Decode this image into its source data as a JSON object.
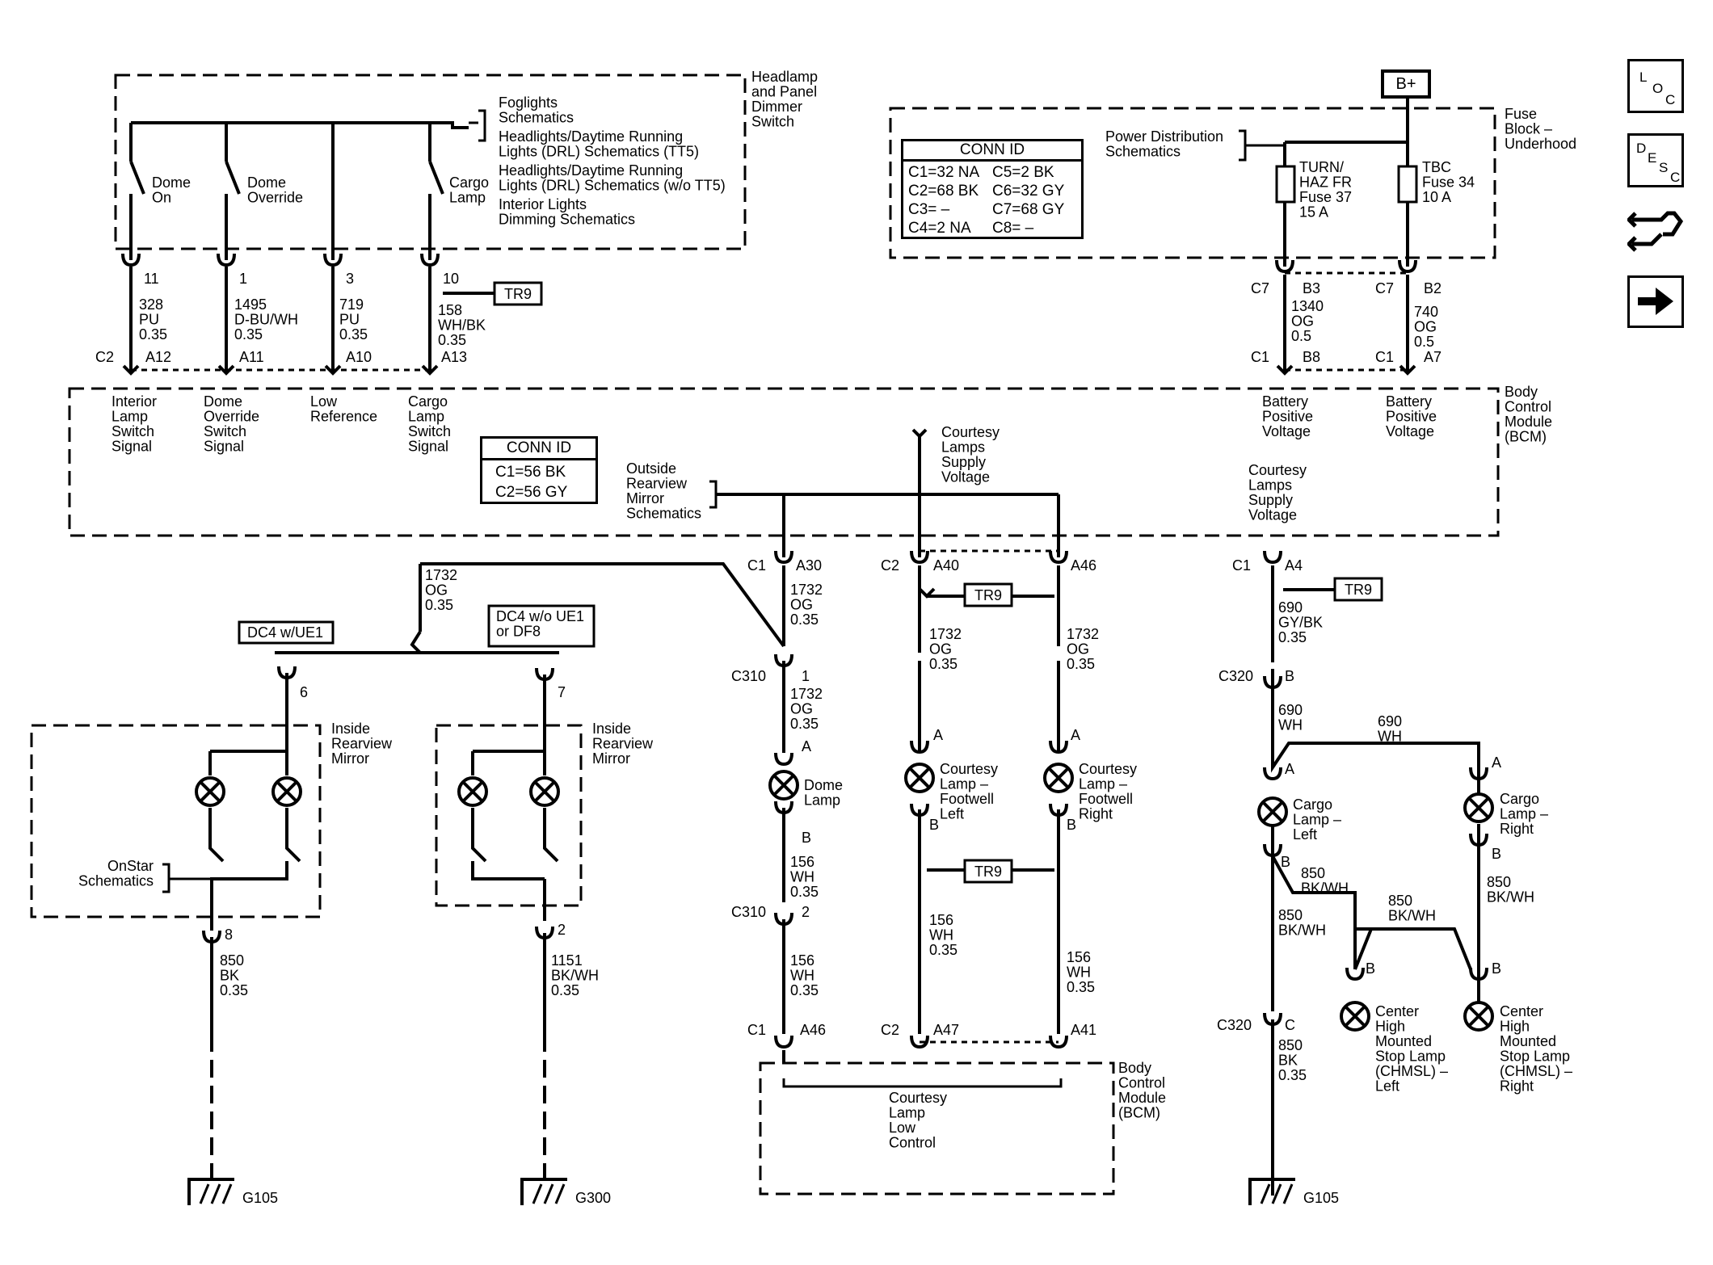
{
  "modules": {
    "headlamp_switch": "Headlamp|and Panel|Dimmer|Switch",
    "fuse_block": "Fuse|Block –|Underhood",
    "bcm_top": "Body|Control|Module|(BCM)",
    "bcm_bottom": "Body|Control|Module|(BCM)"
  },
  "switch_refs": [
    "Foglights|Schematics",
    "Headlights/Daytime Running|Lights (DRL) Schematics (TT5)",
    "Headlights/Daytime Running|Lights (DRL) Schematics (w/o TT5)",
    "Interior Lights|Dimming Schematics"
  ],
  "switches": [
    "Dome|On",
    "Dome|Override",
    "Cargo|Lamp"
  ],
  "bcm_inputs": [
    "Interior|Lamp|Switch|Signal",
    "Dome|Override|Switch|Signal",
    "Low|Reference",
    "Cargo|Lamp|Switch|Signal"
  ],
  "bcm_battery": [
    "Battery|Positive|Voltage",
    "Battery|Positive|Voltage"
  ],
  "top_pins": [
    "11",
    "1",
    "3",
    "10"
  ],
  "top_wires": [
    "328|PU|0.35",
    "1495|D-BU/WH|0.35",
    "719|PU|0.35",
    "158|WH/BK|0.35"
  ],
  "top_connectors": {
    "c2": "C2",
    "pins": [
      "A12",
      "A11",
      "A10",
      "A13"
    ]
  },
  "conn_id_top": {
    "title": "CONN ID",
    "rows": [
      [
        "C1=32 NA",
        "C5=2 BK"
      ],
      [
        "C2=68 BK",
        "C6=32 GY"
      ],
      [
        "C3= –",
        "C7=68 GY"
      ],
      [
        "C4=2 NA",
        "C8= –"
      ]
    ]
  },
  "conn_id_bcm": {
    "title": "CONN ID",
    "rows": [
      "C1=56 BK",
      "C2=56 GY"
    ]
  },
  "power": {
    "battery": "B+",
    "pds": "Power Distribution|Schematics",
    "fuse1": "TURN/|HAZ FR|Fuse 37|15 A",
    "fuse2": "TBC|Fuse 34|10 A",
    "c7a": "C7",
    "b3": "B3",
    "c7b": "C7",
    "b2": "B2",
    "wire1": "1340|OG|0.5",
    "wire2": "740|OG|0.5",
    "c1a": "C1",
    "b8": "B8",
    "c1b": "C1",
    "a7": "A7"
  },
  "courtesy": {
    "supply_top": "Courtesy|Lamps|Supply|Voltage",
    "supply_right": "Courtesy|Lamps|Supply|Voltage",
    "mirror_ref": "Outside|Rearview|Mirror|Schematics",
    "low_control": "Courtesy|Lamp|Low|Control"
  },
  "tr9": "TR9",
  "mid_connectors": {
    "c1": "C1",
    "a30": "A30",
    "c2": "C2",
    "a40": "A40",
    "a46": "A46",
    "c1r": "C1",
    "a4": "A4"
  },
  "mid_wires": {
    "w1732a": "1732|OG|0.35",
    "w1732b": "1732|OG|0.35",
    "w1732c": "1732|OG|0.35",
    "w1732d": "1732|OG|0.35",
    "w1732e": "1732|OG|0.35",
    "w690": "690|GY/BK|0.35"
  },
  "c310": {
    "label": "C310",
    "pin1": "1",
    "label2": "C310",
    "pin2": "2"
  },
  "lamps": {
    "dome": "Dome|Lamp",
    "fw_left": "Courtesy|Lamp –|Footwell|Left",
    "fw_right": "Courtesy|Lamp –|Footwell|Right",
    "cargo_left": "Cargo|Lamp –|Left",
    "cargo_right": "Cargo|Lamp –|Right",
    "chmsl_left": "Center|High|Mounted|Stop Lamp|(CHMSL) –|Left",
    "chmsl_right": "Center|High|Mounted|Stop Lamp|(CHMSL) –|Right"
  },
  "pin_a": "A",
  "pin_b": "B",
  "lower_wires": {
    "w156a": "156|WH|0.35",
    "w156b": "156|WH|0.35",
    "w156c": "156|WH|0.35",
    "w156d": "156|WH|0.35"
  },
  "lower_connectors": {
    "c1": "C1",
    "a46": "A46",
    "c2": "C2",
    "a47": "A47",
    "a41": "A41"
  },
  "mirror": {
    "dc4_ue1": "DC4 w/UE1",
    "dc4_wo": "DC4 w/o UE1|or DF8",
    "wire_top": "1732|OG|0.35",
    "pin6": "6",
    "pin7": "7",
    "pin8": "8",
    "pin2": "2",
    "title1": "Inside|Rearview|Mirror",
    "title2": "Inside|Rearview|Mirror",
    "onstar": "OnStar|Schematics",
    "wire_gnd1": "850|BK|0.35",
    "wire_gnd2": "1151|BK/WH|0.35"
  },
  "cargo": {
    "c320a": "C320",
    "pinB": "B",
    "w690wh": "690|WH",
    "w690wh2": "690|WH",
    "w850a": "850|BK/WH",
    "w850b": "850|BK/WH",
    "w850c": "850|BK/WH",
    "w850d": "850|BK/WH",
    "c320b": "C320",
    "pinC": "C",
    "w850bk": "850|BK|0.35"
  },
  "grounds": [
    "G105",
    "G300",
    "G105"
  ],
  "side_icons": [
    "LOC",
    "DESC",
    "connector-icon",
    "arrow-right-icon"
  ]
}
